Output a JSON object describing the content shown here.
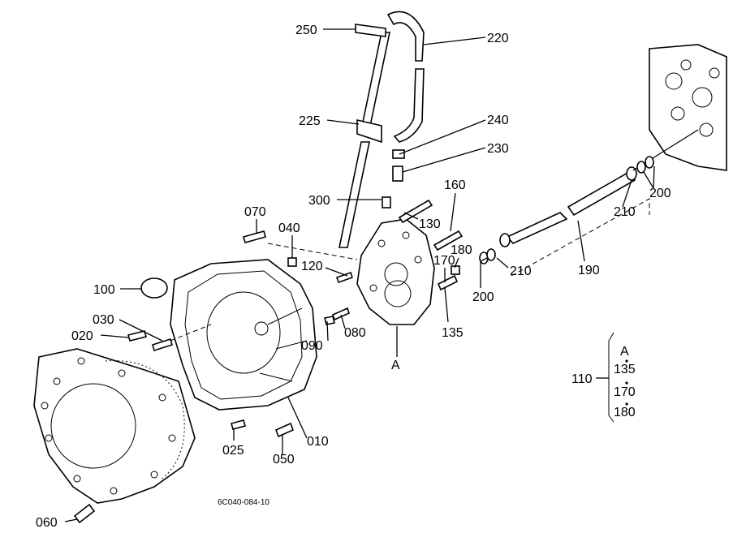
{
  "diagram_code": "6C040-084-10",
  "callouts": {
    "c250": "250",
    "c220": "220",
    "c225": "225",
    "c240": "240",
    "c230": "230",
    "c300": "300",
    "c160": "160",
    "c130": "130",
    "c070": "070",
    "c040": "040",
    "c120": "120",
    "c180": "180",
    "c170": "170",
    "c100": "100",
    "c030": "030",
    "c020": "020",
    "c090": "090",
    "c080": "080",
    "c135": "135",
    "c200a": "200",
    "c210a": "210",
    "c190": "190",
    "c210b": "210",
    "c200b": "200",
    "c010": "010",
    "c025": "025",
    "c050": "050",
    "c060": "060",
    "markA": "A"
  },
  "kit": {
    "id": "110",
    "items": [
      "A",
      "135",
      "170",
      "180"
    ]
  }
}
